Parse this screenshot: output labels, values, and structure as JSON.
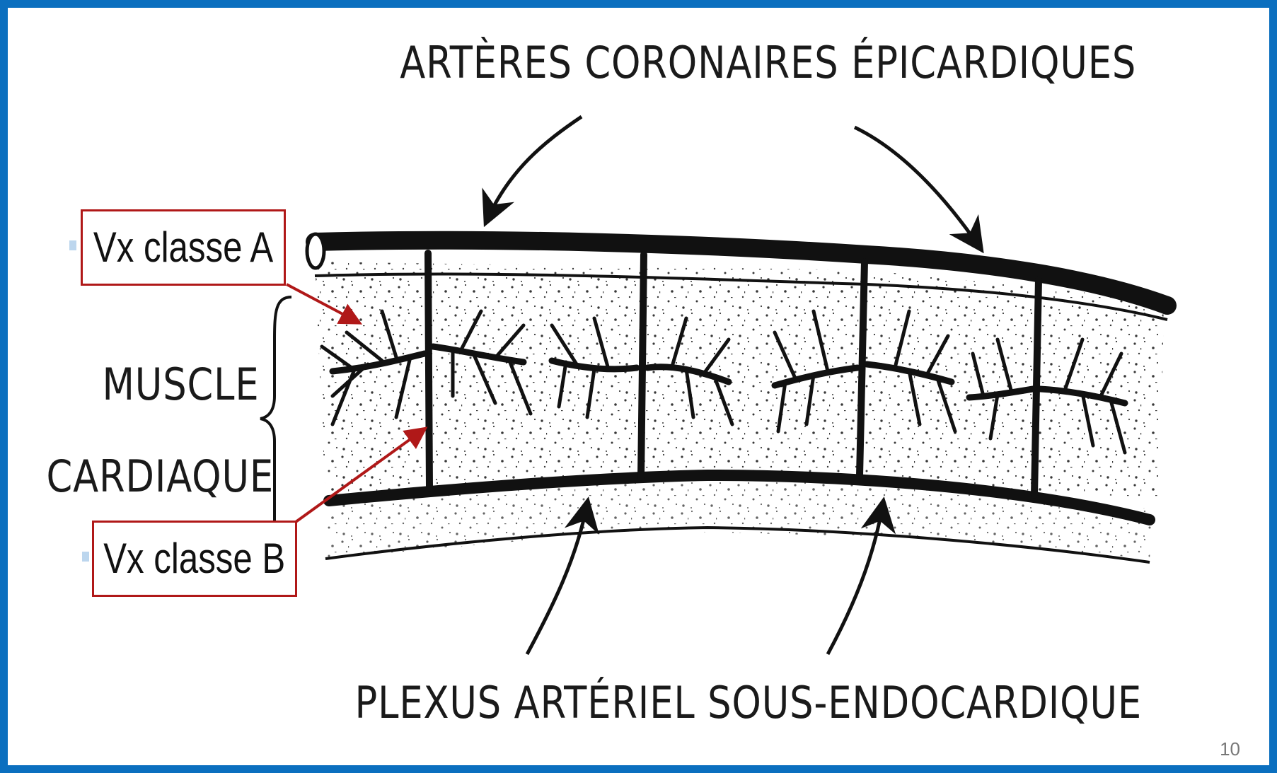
{
  "diagram": {
    "title_top": "ARTÈRES CORONAIRES ÉPICARDIQUES",
    "muscle_label_line1": "MUSCLE",
    "muscle_label_line2": "CARDIAQUE",
    "title_bottom": "PLEXUS ARTÉRIEL SOUS-ENDOCARDIQUE"
  },
  "labels": {
    "class_a": "Vx  classe A",
    "class_b": "Vx classe  B"
  },
  "page_number": "10",
  "colors": {
    "frame": "#0b6fbf",
    "label_border": "#b01818",
    "arrow": "#b01818",
    "ink": "#111111"
  }
}
